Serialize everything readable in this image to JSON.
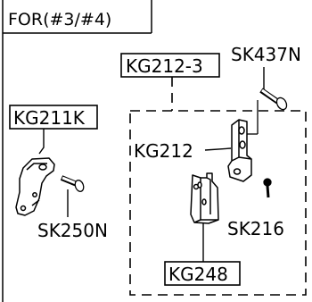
{
  "header": {
    "title": "FOR(#3/#4)"
  },
  "labels": {
    "kg212_3": "KG212-3",
    "sk437n": "SK437N",
    "kg211k": "KG211K",
    "kg212": "KG212",
    "sk250n": "SK250N",
    "sk216": "SK216",
    "kg248": "KG248"
  }
}
